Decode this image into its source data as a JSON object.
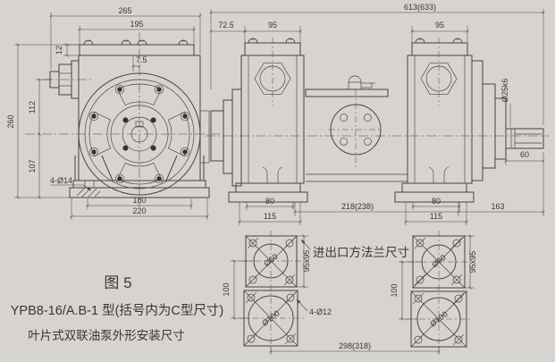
{
  "colors": {
    "paper": "#d7d4cf",
    "line": "#45443f",
    "text": "#3a3834"
  },
  "caption": {
    "figure": "图 5",
    "line1": "YPB8-16/A.B-1 型(括号内为C型尺寸)",
    "line2": "叶片式双联油泵外形安装尺寸"
  },
  "front_view": {
    "dims": {
      "overall_width": "265",
      "bolt_span": "195",
      "plate_thickness": "12",
      "center_offset": "7.5",
      "overall_height": "260",
      "upper_height": "112",
      "lower_height": "107",
      "foot_holes": "4-Ø14",
      "foot_span": "180",
      "base_width": "220"
    }
  },
  "side_view": {
    "dims": {
      "overall_length": "613(633)",
      "left_offset": "72.5",
      "head_width_left": "95",
      "head_width_right": "95",
      "shaft_dia": "Ø25k6",
      "shaft_length": "60",
      "foot_left_inner": "80",
      "foot_left_outer": "115",
      "pump_spacing": "218(238)",
      "foot_right_inner": "80",
      "foot_right_outer": "115",
      "right_overhang": "163"
    }
  },
  "flange_detail": {
    "label": "进出口方法兰尺寸",
    "left": {
      "top_dia": "Ø60",
      "flange_size": "95x95",
      "port_spacing": "100",
      "bottom_dia": "Ø100",
      "bolt_holes": "4-Ø12",
      "pair_spacing": "298(318)"
    },
    "right": {
      "top_dia": "Ø60",
      "flange_size": "95x95",
      "port_spacing": "100",
      "bottom_dia": "Ø100"
    }
  }
}
